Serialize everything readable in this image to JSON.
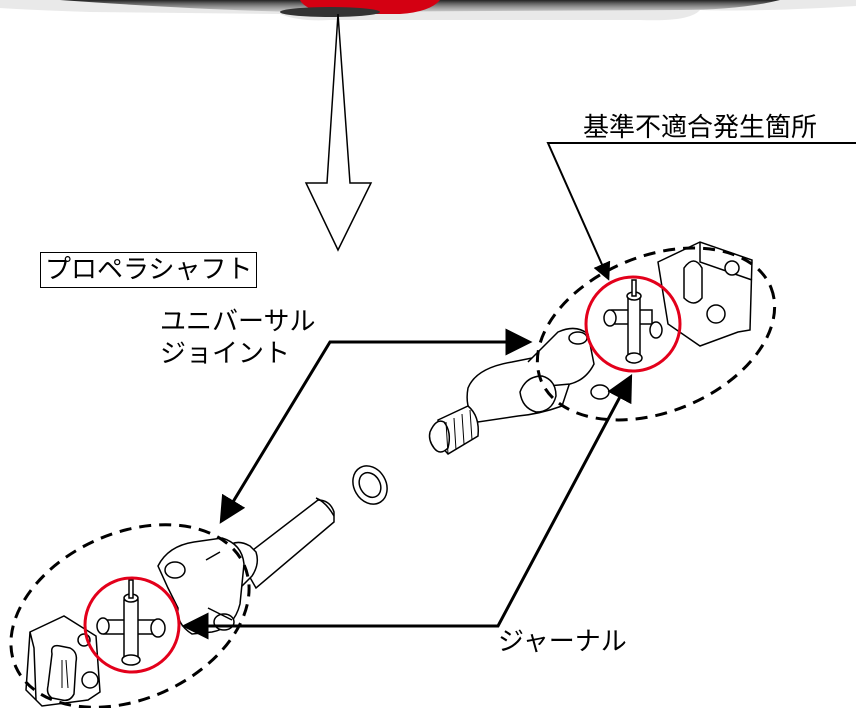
{
  "labels": {
    "defect_location": "基準不適合発生箇所",
    "propeller_shaft": "プロペラシャフト",
    "universal_joint_line1": "ユニバーサル",
    "universal_joint_line2": "ジョイント",
    "journal": "ジャーナル"
  },
  "colors": {
    "highlight_circle": "#e3001b",
    "car_body": "#d40012",
    "ink": "#000000"
  }
}
